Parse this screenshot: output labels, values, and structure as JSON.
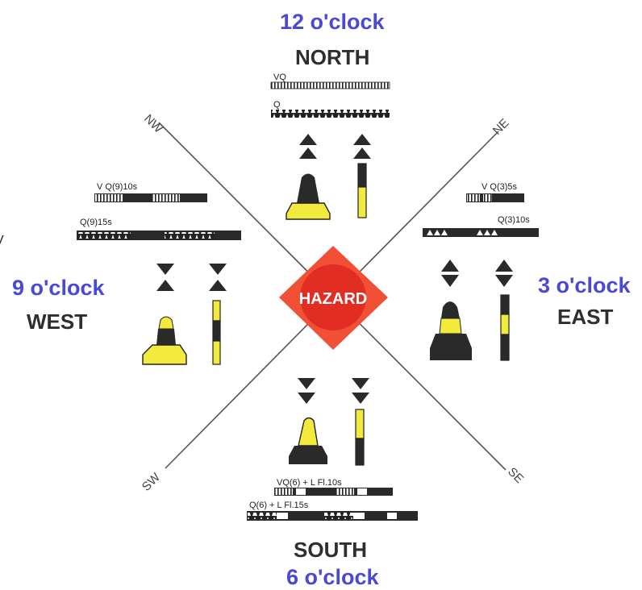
{
  "colors": {
    "clock_text": "#4a48d6",
    "direction_text": "#2e2e2e",
    "buoy_black": "#2a2a2a",
    "buoy_yellow": "#f2ea3c",
    "hazard_outer": "#f25036",
    "hazard_inner": "#e22d22",
    "line": "#555555"
  },
  "center": {
    "label": "HAZARD"
  },
  "north": {
    "clock": "12 o'clock",
    "direction": "NORTH",
    "lights": [
      "VQ",
      "Q"
    ]
  },
  "east": {
    "clock": "3 o'clock",
    "direction": "EAST",
    "lights": [
      "V Q(3)5s",
      "Q(3)10s"
    ]
  },
  "south": {
    "clock": "6 o'clock",
    "direction": "SOUTH",
    "lights": [
      "VQ(6) + L Fl.10s",
      "Q(6) + L Fl.15s"
    ]
  },
  "west": {
    "clock": "9 o'clock",
    "direction": "WEST",
    "lights": [
      "V Q(9)10s",
      "Q(9)15s"
    ]
  },
  "quadrants": {
    "nw": "NW",
    "ne": "NE",
    "sw": "SW",
    "se": "SE"
  },
  "stray_mark": "V",
  "icons": {
    "topmark_north": "cone-pair-up-icon",
    "topmark_east": "cone-pair-base-to-base-icon",
    "topmark_south": "cone-pair-down-icon",
    "topmark_west": "cone-pair-point-to-point-icon",
    "buoy": "pillar-buoy-icon",
    "spar": "spar-buoy-icon",
    "light": "light-rhythm-icon"
  }
}
